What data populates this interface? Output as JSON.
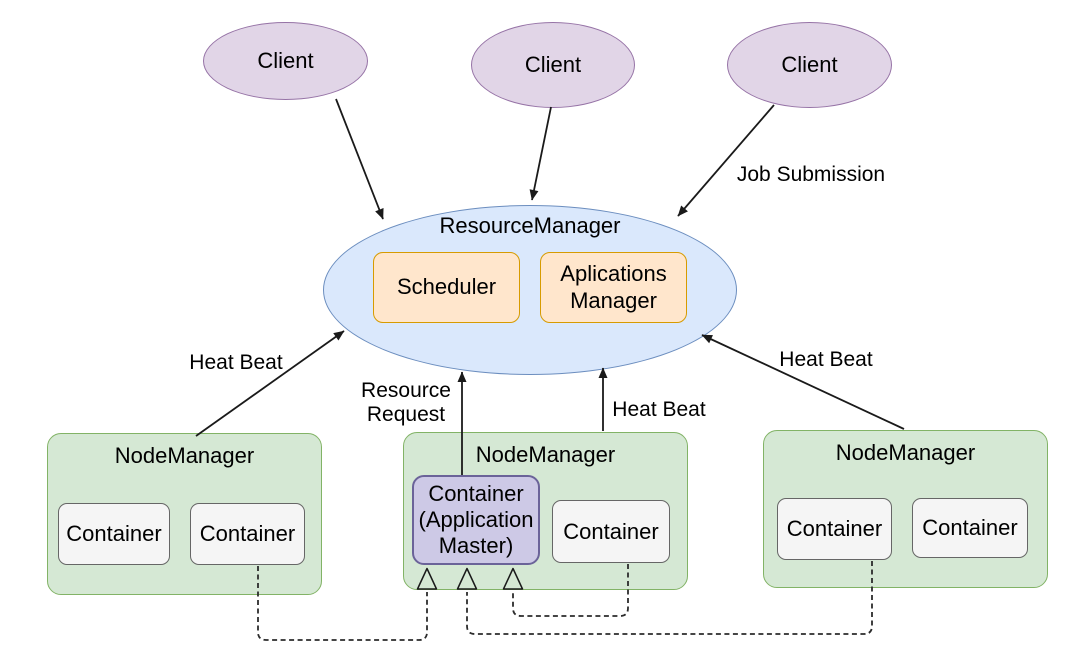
{
  "diagram": {
    "title_hint": "YARN architecture diagram",
    "clients": [
      {
        "label": "Client"
      },
      {
        "label": "Client"
      },
      {
        "label": "Client"
      }
    ],
    "resource_manager": {
      "label": "ResourceManager",
      "scheduler": "Scheduler",
      "applications_manager": "Aplications Manager"
    },
    "node_managers": [
      {
        "label": "NodeManager",
        "containers": [
          "Container",
          "Container"
        ]
      },
      {
        "label": "NodeManager",
        "application_master": "Container (Application Master)",
        "containers": [
          "Container"
        ]
      },
      {
        "label": "NodeManager",
        "containers": [
          "Container",
          "Container"
        ]
      }
    ],
    "edge_labels": {
      "job_submission": "Job Submission",
      "heat_beat_left": "Heat Beat",
      "heat_beat_middle": "Heat Beat",
      "heat_beat_right": "Heat Beat",
      "resource_request": "Resource Request"
    },
    "colors": {
      "client_fill": "#E1D5E7",
      "client_border": "#9673A6",
      "resource_manager_fill": "#DAE8FC",
      "resource_manager_border": "#6C8EBF",
      "inner_box_fill": "#FFE6CC",
      "inner_box_border": "#D79B00",
      "node_manager_fill": "#D5E8D4",
      "node_manager_border": "#82B366",
      "container_fill": "#F5F5F5",
      "container_border": "#666666",
      "application_master_fill": "#CDC9E6",
      "application_master_border": "#6B6399",
      "line_color": "#1A1A1A"
    }
  }
}
